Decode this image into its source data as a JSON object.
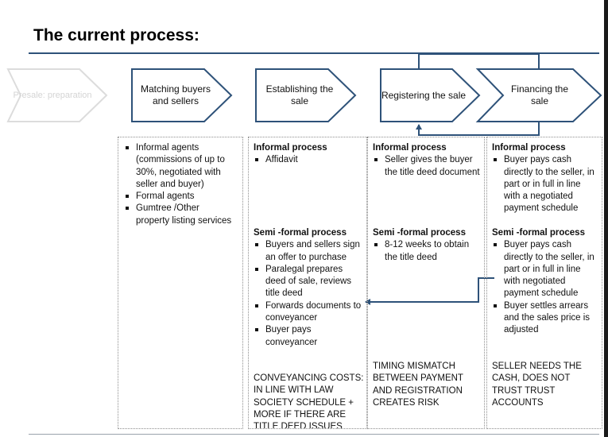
{
  "title": "The current process:",
  "shapes": [
    {
      "label": "Presale: preparation"
    },
    {
      "label": "Matching buyers and sellers"
    },
    {
      "label": "Establishing the sale"
    },
    {
      "label": "Registering the sale"
    },
    {
      "label": "Financing the sale"
    }
  ],
  "columns": [
    {
      "bullets": [
        "Informal agents (commissions of up to 30%, negotiated with seller and buyer)",
        "Formal agents",
        "Gumtree /Other property listing services"
      ]
    },
    {
      "informal_heading": "Informal process",
      "informal_bullets": [
        "Affidavit"
      ],
      "semi_heading": "Semi -formal process",
      "semi_bullets": [
        "Buyers and sellers sign an offer to purchase",
        "Paralegal prepares deed of sale, reviews title deed",
        "Forwards documents to conveyancer",
        "Buyer pays conveyancer"
      ],
      "note": "CONVEYANCING COSTS: IN LINE WITH LAW SOCIETY SCHEDULE + MORE IF THERE ARE TITLE DEED ISSUES"
    },
    {
      "informal_heading": "Informal process",
      "informal_bullets": [
        "Seller gives the buyer the title deed document"
      ],
      "semi_heading": "Semi -formal process",
      "semi_bullets": [
        "8-12 weeks to obtain the title deed"
      ],
      "note": "TIMING MISMATCH BETWEEN PAYMENT AND REGISTRATION CREATES RISK"
    },
    {
      "informal_heading": "Informal process",
      "informal_bullets": [
        "Buyer pays cash directly to the seller, in part or in full in line with a negotiated payment schedule"
      ],
      "semi_heading": "Semi -formal process",
      "semi_bullets": [
        "Buyer pays cash directly to the seller, in part or in full in line with negotiated payment schedule",
        "Buyer settles arrears and the sales price is adjusted"
      ],
      "note": "SELLER NEEDS THE CASH, DOES NOT TRUST TRUST ACCOUNTS"
    }
  ],
  "colors": {
    "primary": "#2e5279",
    "faded": "#dcdcdc",
    "border": "#8e8e8e"
  }
}
